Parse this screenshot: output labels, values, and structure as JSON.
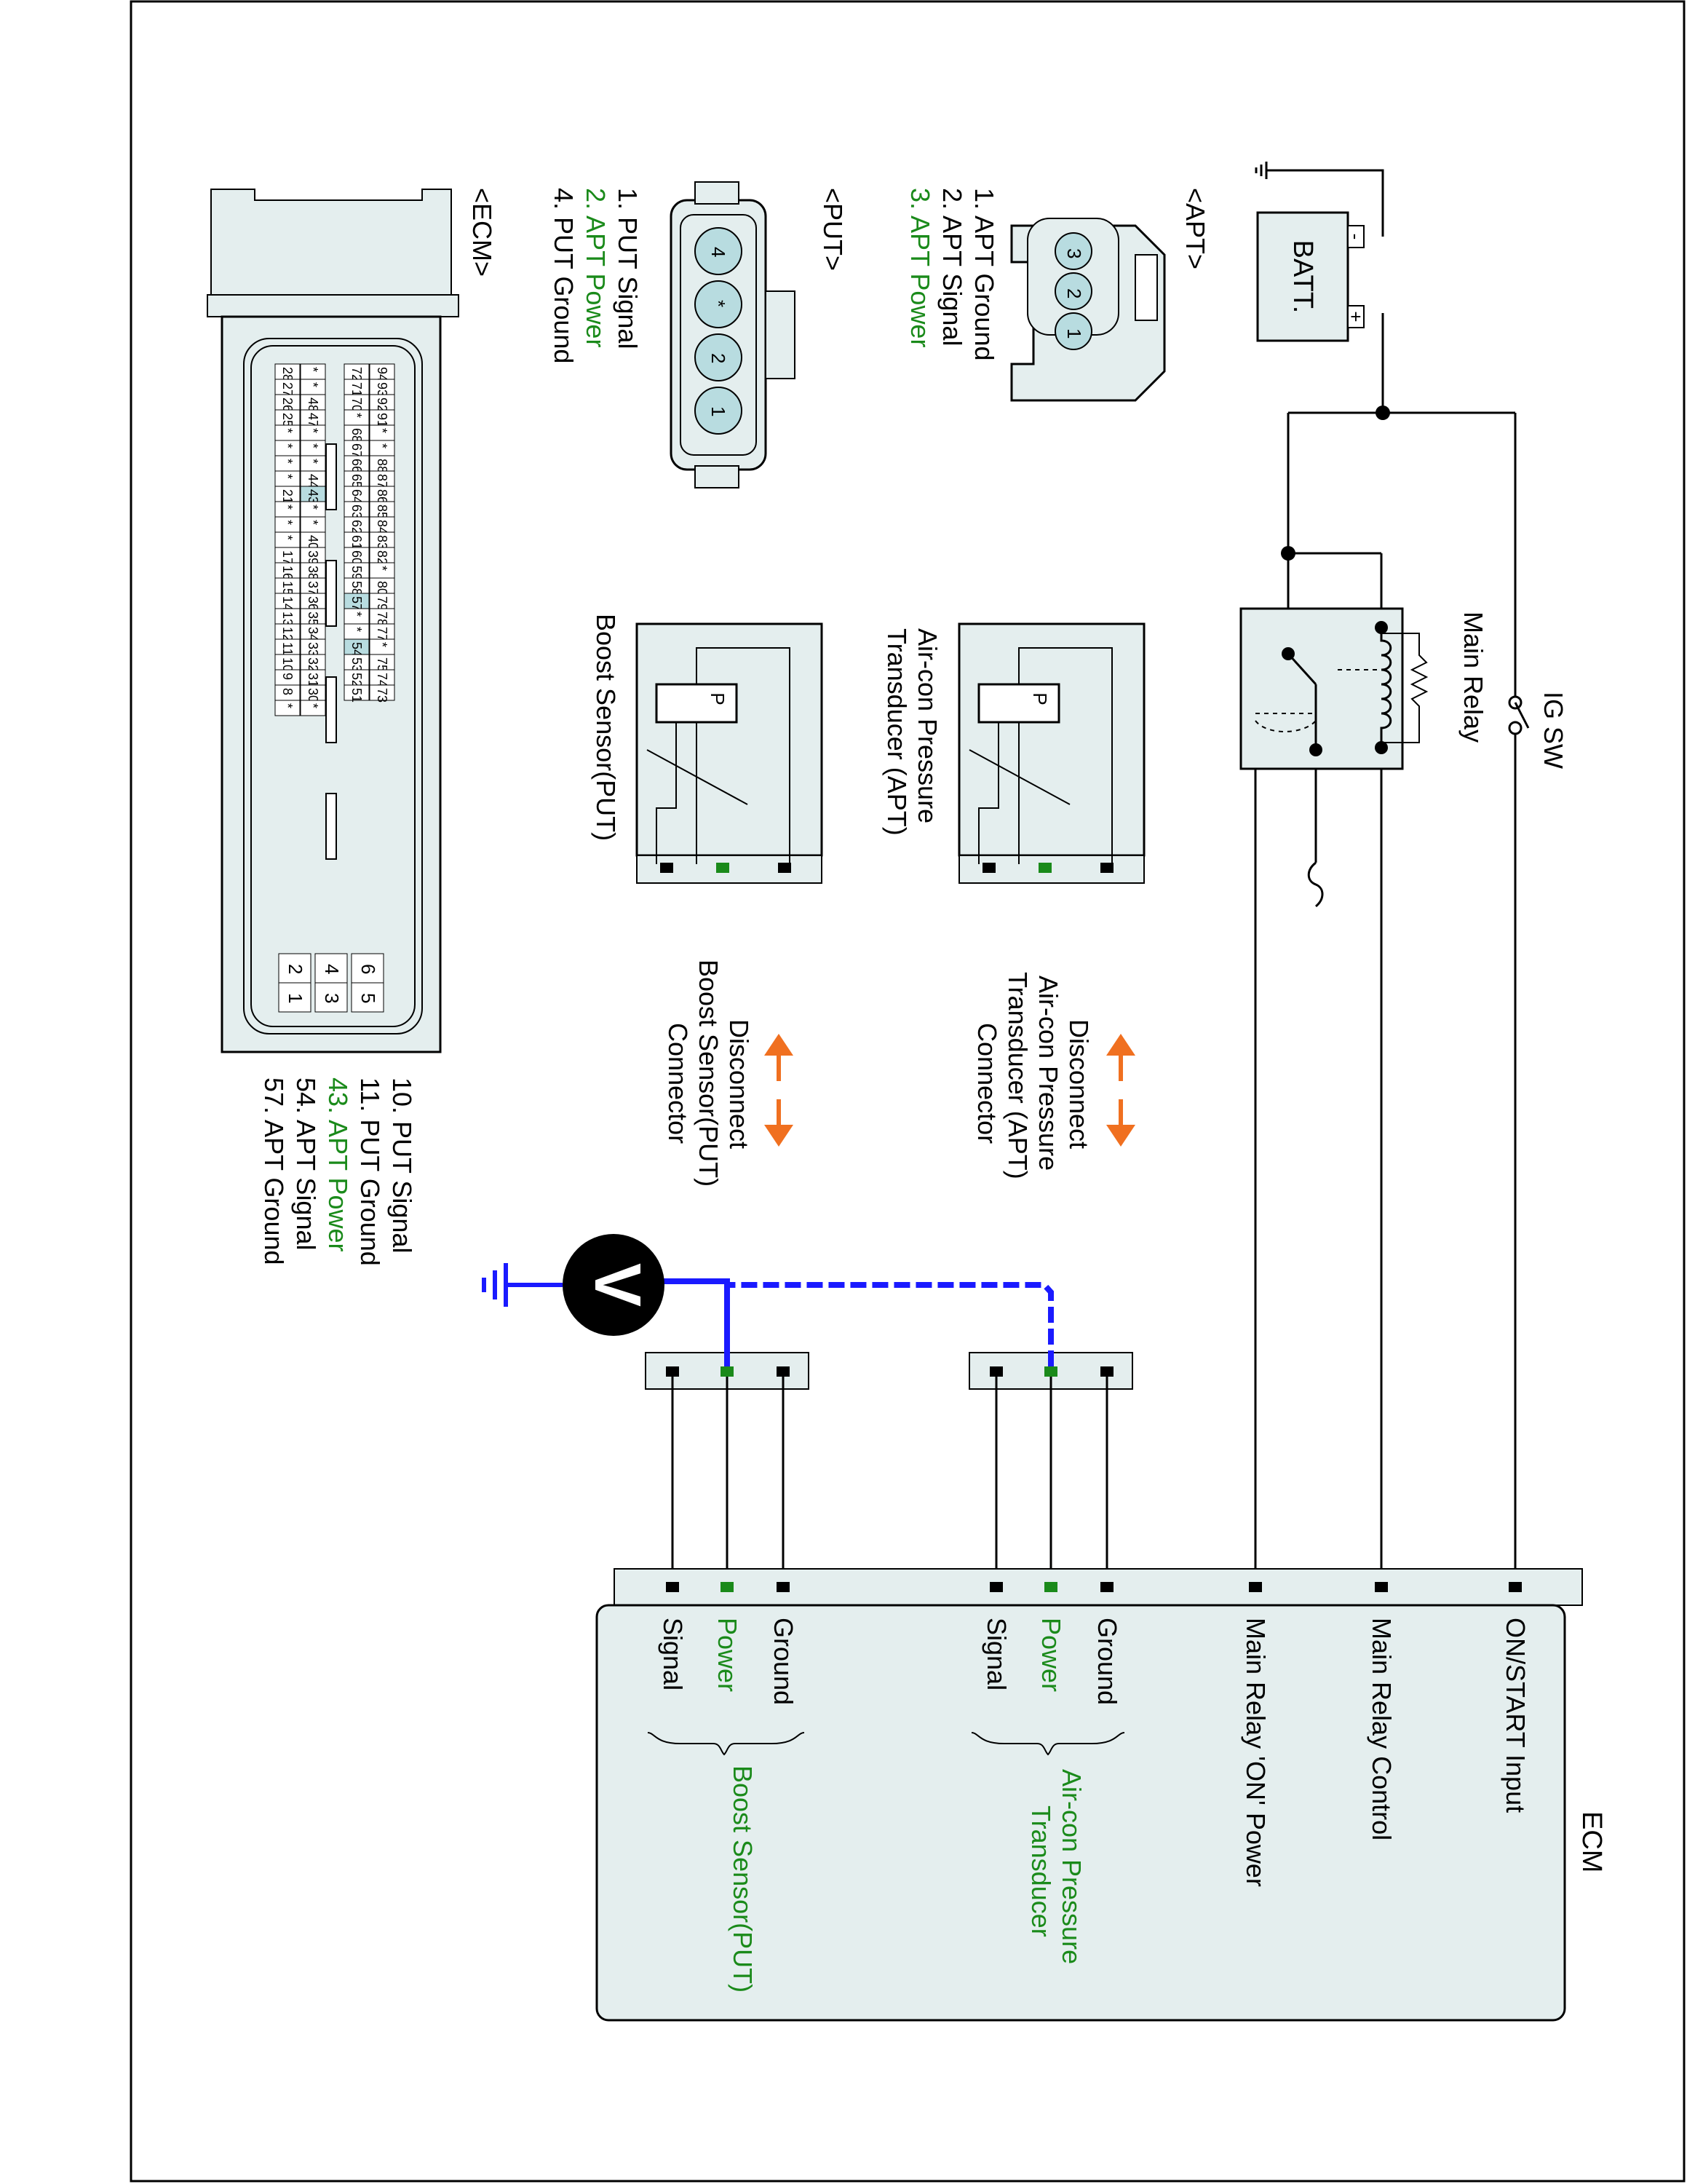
{
  "colors": {
    "power_green": "#1a8a1a",
    "probe_blue": "#1a1aff",
    "arrow_orange": "#f07020",
    "panel_fill": "#e4eeee",
    "pin_fill": "#b8dce0"
  },
  "battery": {
    "label": "BATT.",
    "plus": "+",
    "minus": "-"
  },
  "ig_switch": {
    "label": "IG SW"
  },
  "main_relay": {
    "label": "Main Relay"
  },
  "apt_sensor": {
    "label_line1": "Air-con Pressure",
    "label_line2": "Transducer (APT)",
    "symbol": "P"
  },
  "put_sensor": {
    "label": "Boost Sensor(PUT)",
    "symbol": "P"
  },
  "apt_disconnect": {
    "line1": "Disconnect",
    "line2": "Air-con Pressure",
    "line3": "Transducer (APT)",
    "line4": "Connector"
  },
  "put_disconnect": {
    "line1": "Disconnect",
    "line2": "Boost Sensor(PUT)",
    "line3": "Connector"
  },
  "voltmeter": {
    "symbol": "V"
  },
  "ecm": {
    "title": "ECM",
    "terminals": [
      {
        "label": "ON/START Input",
        "color": "black"
      },
      {
        "label": "Main Relay Control",
        "color": "black"
      },
      {
        "label": "Main Relay 'ON' Power",
        "color": "black"
      },
      {
        "label": "Ground",
        "color": "black"
      },
      {
        "label": "Power",
        "color": "green"
      },
      {
        "label": "Signal",
        "color": "black"
      },
      {
        "label": "Ground",
        "color": "black"
      },
      {
        "label": "Power",
        "color": "green"
      },
      {
        "label": "Signal",
        "color": "black"
      }
    ],
    "group_apt_line1": "Air-con Pressure",
    "group_apt_line2": "Transducer",
    "group_put": "Boost Sensor(PUT)"
  },
  "apt_connector": {
    "title": "<APT>",
    "pins": [
      "3",
      "2",
      "1"
    ],
    "legend": [
      {
        "text": "1. APT Ground",
        "color": "black"
      },
      {
        "text": "2. APT Signal",
        "color": "black"
      },
      {
        "text": "3. APT Power",
        "color": "green"
      }
    ]
  },
  "put_connector": {
    "title": "<PUT>",
    "pins": [
      "4",
      "*",
      "2",
      "1"
    ],
    "legend": [
      {
        "text": "1. PUT Signal",
        "color": "black"
      },
      {
        "text": "2. APT Power",
        "color": "green"
      },
      {
        "text": "4. PUT Ground",
        "color": "black"
      }
    ]
  },
  "ecm_connector": {
    "title": "<ECM>",
    "rows": [
      [
        "94",
        "93",
        "92",
        "91",
        "*",
        "*",
        "88",
        "87",
        "86",
        "85",
        "84",
        "83",
        "82",
        "*",
        "80",
        "79",
        "78",
        "77",
        "*",
        "75",
        "74",
        "73"
      ],
      [
        "72",
        "71",
        "70",
        "*",
        "68",
        "67",
        "66",
        "65",
        "64",
        "63",
        "62",
        "61",
        "60",
        "59",
        "58",
        "57",
        "*",
        "*",
        "54",
        "53",
        "52",
        "51"
      ],
      [
        "*",
        "*",
        "48",
        "47",
        "*",
        "*",
        "*",
        "44",
        "43",
        "*",
        "*",
        "40",
        "39",
        "38",
        "37",
        "36",
        "35",
        "34",
        "33",
        "32",
        "31",
        "30",
        "*"
      ],
      [
        "28",
        "27",
        "26",
        "25",
        "*",
        "*",
        "*",
        "*",
        "21",
        "*",
        "*",
        "*",
        "17",
        "16",
        "15",
        "14",
        "13",
        "12",
        "11",
        "10",
        "9",
        "8",
        "*"
      ]
    ],
    "small_block": [
      [
        "6",
        "5"
      ],
      [
        "4",
        "3"
      ],
      [
        "2",
        "1"
      ]
    ],
    "legend": [
      {
        "text": "10. PUT Signal",
        "color": "black"
      },
      {
        "text": "11. PUT Ground",
        "color": "black"
      },
      {
        "text": "43. APT Power",
        "color": "green"
      },
      {
        "text": "54. APT Signal",
        "color": "black"
      },
      {
        "text": "57. APT Ground",
        "color": "black"
      }
    ]
  }
}
